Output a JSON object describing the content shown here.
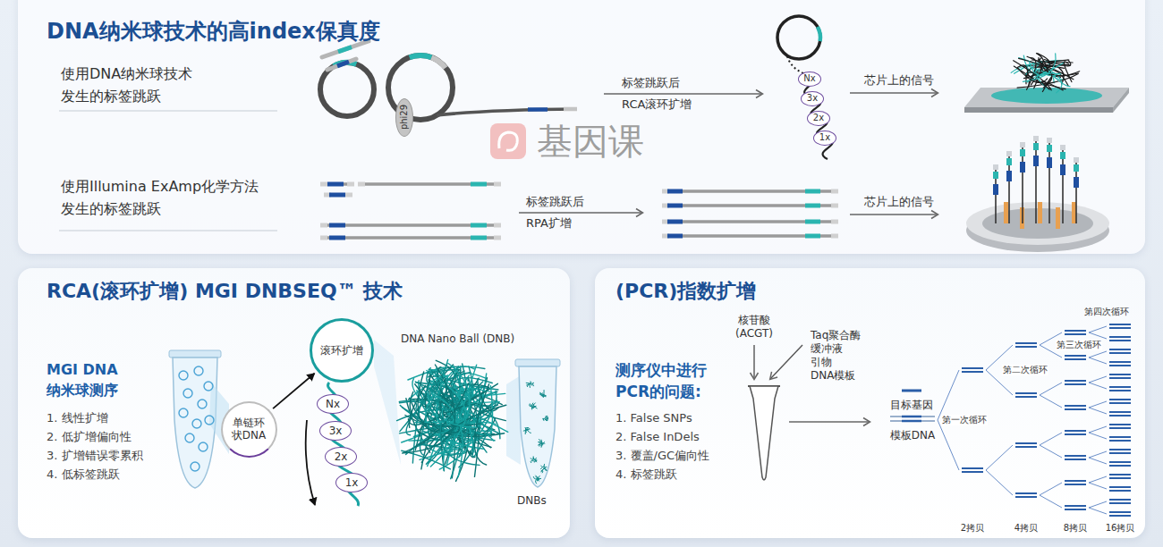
{
  "diagram": {
    "nodes": [
      {
        "text": [
          "DNA纳米球技术的高index保真度"
        ]
      },
      {
        "text": [
          "phi29"
        ],
        "in": 0
      },
      {
        "text": [
          "Nx"
        ],
        "in": 0
      },
      {
        "text": [
          "3x"
        ],
        "in": 0
      },
      {
        "text": [
          "2x"
        ],
        "in": 0
      },
      {
        "text": [
          "1x"
        ],
        "in": 0
      },
      {
        "text": [
          "RCA(滚环扩增) MGI DNBSEQ™ 技术"
        ]
      },
      {
        "text": [
          "单链环 状DNA"
        ],
        "in": 6
      },
      {
        "text": [
          "滚环扩增"
        ],
        "in": 6
      },
      {
        "text": [
          "Nx"
        ],
        "in": 6
      },
      {
        "text": [
          "3x"
        ],
        "in": 6
      },
      {
        "text": [
          "2x"
        ],
        "in": 6
      },
      {
        "text": [
          "1x"
        ],
        "in": 6
      },
      {
        "text": [
          "(PCR)指数扩增"
        ]
      }
    ],
    "edges": [
      {
        "from": 7,
        "to": 8,
        "arrow": "to"
      }
    ],
    "labels": [
      "使用DNA纳米球技术 发生的标签跳跃",
      "标签跳跃后 RCA滚环扩增",
      "芯片上的信号",
      "使用Illumina ExAmp化学方法 发生的标签跳跃",
      "标签跳跃后 RPA扩增",
      "芯片上的信号",
      "基因课",
      "MGI DNA 纳米球测序",
      "1. 线性扩增",
      "2. 低扩增偏向性",
      "3. 扩增错误零累积",
      "4. 低标签跳跃",
      "DNA Nano Ball (DNB)",
      "DNBs",
      "核苷酸 (ACGT)",
      "Taq聚合酶 缓冲液 引物 DNA模板",
      "测序仪中进行 PCR的问题:",
      "1. False SNPs",
      "2. False InDels",
      "3. 覆盖/GC偏向性",
      "4. 标签跳跃",
      "目标基因",
      "模板DNA",
      "第一次循环",
      "第二次循环",
      "第三次循环",
      "第四次循环",
      "2拷贝",
      "4拷贝",
      "8拷贝",
      "16拷贝"
    ]
  }
}
